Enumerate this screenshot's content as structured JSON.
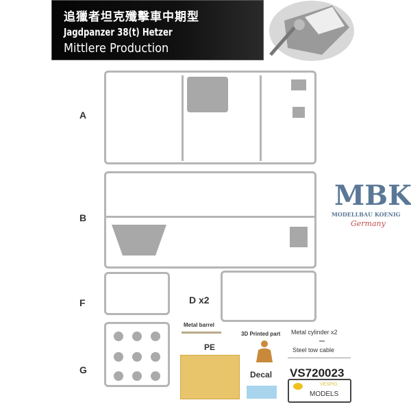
{
  "header": {
    "title_cn": "追獵者坦克殲擊車中期型",
    "title_en": "Jagdpanzer 38(t) Hetzer",
    "subtitle": "Mittlere Production"
  },
  "sprues": {
    "a": "A",
    "b": "B",
    "f": "F",
    "g": "G",
    "d": "D x2"
  },
  "parts": {
    "metal_barrel": "Metal barrel",
    "pe": "PE",
    "printed": "3D Printed part",
    "decal": "Decal",
    "cylinder": "Metal cylinder x2",
    "cable": "Steel tow cable",
    "code": "VS720023"
  },
  "brand": {
    "mbk": "MBK",
    "mbk_sub": "Modellbau Koenig",
    "mbk_country": "Germany",
    "vespid_top": "VESPID",
    "vespid_bottom": "MODELS"
  },
  "colors": {
    "sprue": "#b5b5b5",
    "pe": "#e8c56a",
    "mbk": "#5a7896",
    "germany": "#c0504d"
  }
}
